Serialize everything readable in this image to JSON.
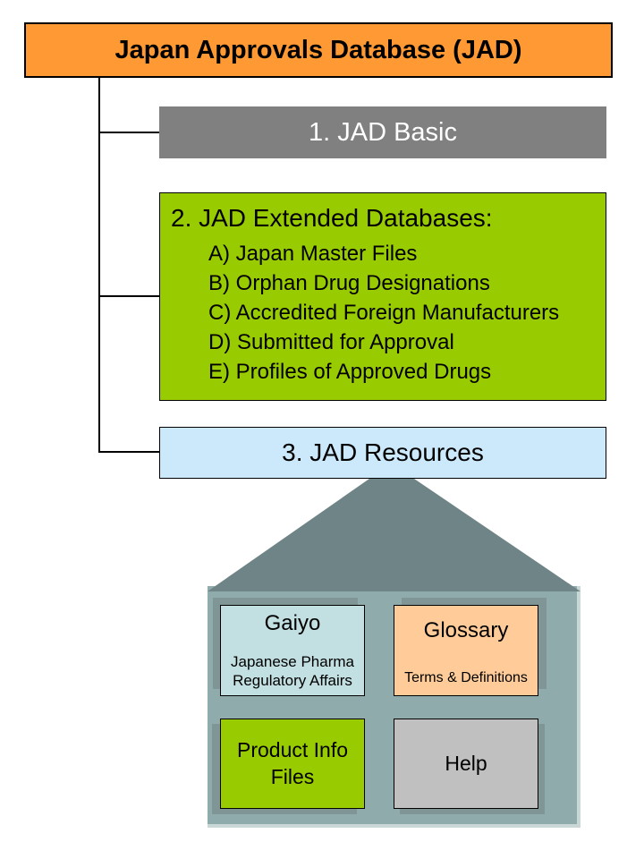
{
  "title": "Japan Approvals Database (JAD)",
  "sections": {
    "basic": {
      "label": "1. JAD Basic"
    },
    "extended": {
      "heading": "2. JAD Extended Databases:",
      "items": [
        "A) Japan Master Files",
        "B) Orphan Drug Designations",
        "C) Accredited Foreign Manufacturers",
        "D) Submitted for Approval",
        "E) Profiles of Approved Drugs"
      ]
    },
    "resources": {
      "label": "3. JAD Resources"
    }
  },
  "house": {
    "cards": [
      {
        "title": "Gaiyo",
        "subtitle": "Japanese Pharma Regulatory Affairs"
      },
      {
        "title": "Glossary",
        "subtitle": "Terms & Definitions"
      },
      {
        "title": "Product Info Files",
        "subtitle": ""
      },
      {
        "title": "Help",
        "subtitle": ""
      }
    ]
  },
  "colors": {
    "title_bg": "#FF9933",
    "basic_bg": "#808080",
    "basic_text": "#FFFFFF",
    "extended_bg": "#99CC00",
    "resources_bg": "#CCE9FB",
    "roof": "#6F8486",
    "house_bg": "#8FABAC",
    "card_shadow": "#7F9596",
    "gaiyo_bg": "#C2DFE2",
    "glossary_bg": "#FFCC99",
    "product_bg": "#99CC00",
    "help_bg": "#C0C0C0",
    "connector": "#000000"
  }
}
